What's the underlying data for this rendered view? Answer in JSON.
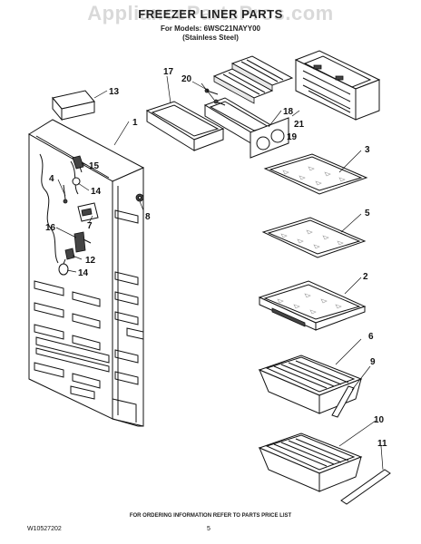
{
  "header": {
    "watermark": "AppliancePartsPros.com",
    "title": "FREEZER LINER PARTS",
    "models_line": "For Models: 6WSC21NAYY00",
    "variant_line": "(Stainless Steel)"
  },
  "callouts": [
    "1",
    "2",
    "3",
    "4",
    "5",
    "6",
    "7",
    "8",
    "9",
    "10",
    "11",
    "12",
    "13",
    "14",
    "14",
    "15",
    "16",
    "17",
    "18",
    "19",
    "20",
    "21"
  ],
  "footer": {
    "ordering_note": "FOR ORDERING INFORMATION REFER TO PARTS PRICE LIST",
    "doc_number": "W10527202",
    "page_number": "5"
  },
  "colors": {
    "line": "#111111",
    "background": "#ffffff",
    "watermark": "#787878"
  }
}
